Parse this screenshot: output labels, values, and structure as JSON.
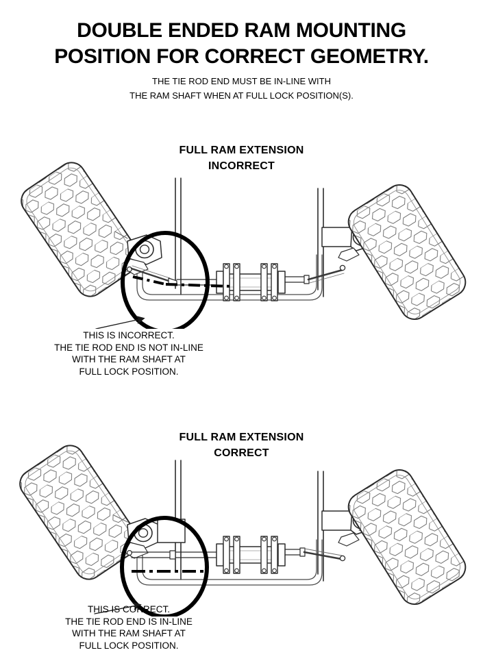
{
  "header": {
    "title_line1": "DOUBLE ENDED RAM MOUNTING",
    "title_line2": "POSITION FOR CORRECT GEOMETRY.",
    "subtitle_line1": "THE  TIE ROD END MUST BE IN-LINE WITH",
    "subtitle_line2": "THE RAM SHAFT WHEN AT FULL LOCK POSITION(S)."
  },
  "sections": [
    {
      "id": "incorrect",
      "heading_line1": "FULL RAM EXTENSION",
      "heading_line2": "INCORRECT",
      "caption": [
        "THIS IS INCORRECT.",
        "THE TIE ROD END IS NOT IN-LINE",
        "WITH THE RAM SHAFT AT",
        "FULL LOCK POSITION."
      ],
      "detail_note": "centerline is bent at the tie rod end"
    },
    {
      "id": "correct",
      "heading_line1": "FULL RAM EXTENSION",
      "heading_line2": "CORRECT",
      "caption": [
        "THIS IS CORRECT.",
        "THE TIE ROD END IS IN-LINE",
        "WITH THE RAM SHAFT AT",
        "FULL LOCK POSITION."
      ],
      "detail_note": "centerline is straight through the tie rod end"
    }
  ],
  "colors": {
    "ink": "#1a1a1a",
    "line": "#2b2b2b",
    "thin": "#555555",
    "background": "#ffffff",
    "highlight": "#000000"
  },
  "components": {
    "tire_left": "tire-left",
    "tire_right": "tire-right",
    "hub_left": "steering-knuckle-left",
    "hub_right": "steering-knuckle-right",
    "ram": "hydraulic-steering-ram",
    "tie_rod_left": "tie-rod-left",
    "tie_rod_right": "tie-rod-right",
    "axle": "axle-beam",
    "chassis_rail_left": "chassis-rail-left",
    "chassis_rail_right": "chassis-rail-right",
    "magnifier": "detail-magnifier-circle",
    "leader": "caption-leader-arrow"
  }
}
